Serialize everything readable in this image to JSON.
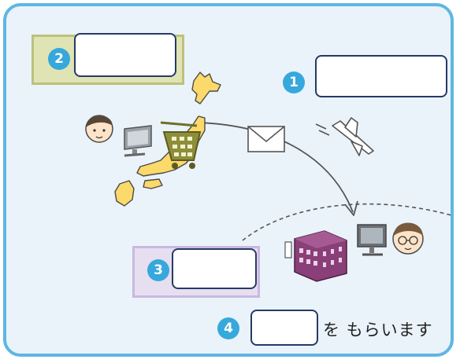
{
  "badges": {
    "b1": "1",
    "b2": "2",
    "b3": "3",
    "b4": "4"
  },
  "answer_blanks": {
    "b1_value": "",
    "b2_value": "",
    "b3_value": "",
    "b4_value": ""
  },
  "final_step": {
    "suffix_text": "を もらいます"
  },
  "colors": {
    "frame_border": "#5fb6e3",
    "background": "#eaf3fa",
    "badge": "#36a8dc",
    "blank_border": "#263a66",
    "cart": "#8e8e3a",
    "building": "#8a3f78"
  },
  "icons": [
    "japan-map-icon",
    "shopping-cart-icon",
    "buyer-person-icon",
    "computer-monitor-icon",
    "envelope-icon",
    "airplane-icon",
    "seller-building-icon",
    "seller-person-icon"
  ]
}
